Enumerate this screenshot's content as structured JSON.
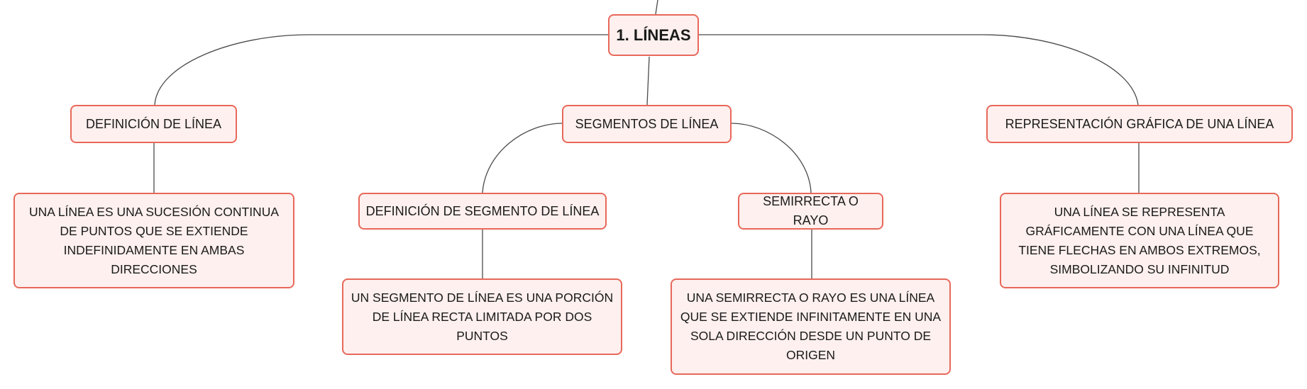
{
  "colors": {
    "node_border": "#e8685a",
    "node_fill": "#fdf0ee",
    "connector": "#4a4a4a",
    "text": "#1a1a1a"
  },
  "root": {
    "label": "1. LÍNEAS"
  },
  "branches": {
    "definicion": {
      "label": "DEFINICIÓN DE LÍNEA",
      "detail": "UNA LÍNEA ES UNA SUCESIÓN CONTINUA DE PUNTOS QUE SE EXTIENDE INDEFINIDAMENTE EN AMBAS DIRECCIONES"
    },
    "segmentos": {
      "label": "SEGMENTOS DE LÍNEA",
      "children": {
        "definicion_segmento": {
          "label": "DEFINICIÓN DE SEGMENTO DE LÍNEA",
          "detail": "UN SEGMENTO DE LÍNEA ES UNA PORCIÓN DE LÍNEA RECTA LIMITADA POR DOS PUNTOS"
        },
        "semirrecta": {
          "label": "SEMIRRECTA O RAYO",
          "detail": "UNA SEMIRRECTA O RAYO ES UNA LÍNEA QUE SE EXTIENDE INFINITAMENTE EN UNA SOLA DIRECCIÓN DESDE UN PUNTO DE ORIGEN"
        }
      }
    },
    "representacion": {
      "label": "REPRESENTACIÓN GRÁFICA DE UNA LÍNEA",
      "detail": "UNA LÍNEA SE REPRESENTA GRÁFICAMENTE CON UNA LÍNEA QUE TIENE FLECHAS EN AMBOS EXTREMOS, SIMBOLIZANDO SU INFINITUD"
    }
  }
}
